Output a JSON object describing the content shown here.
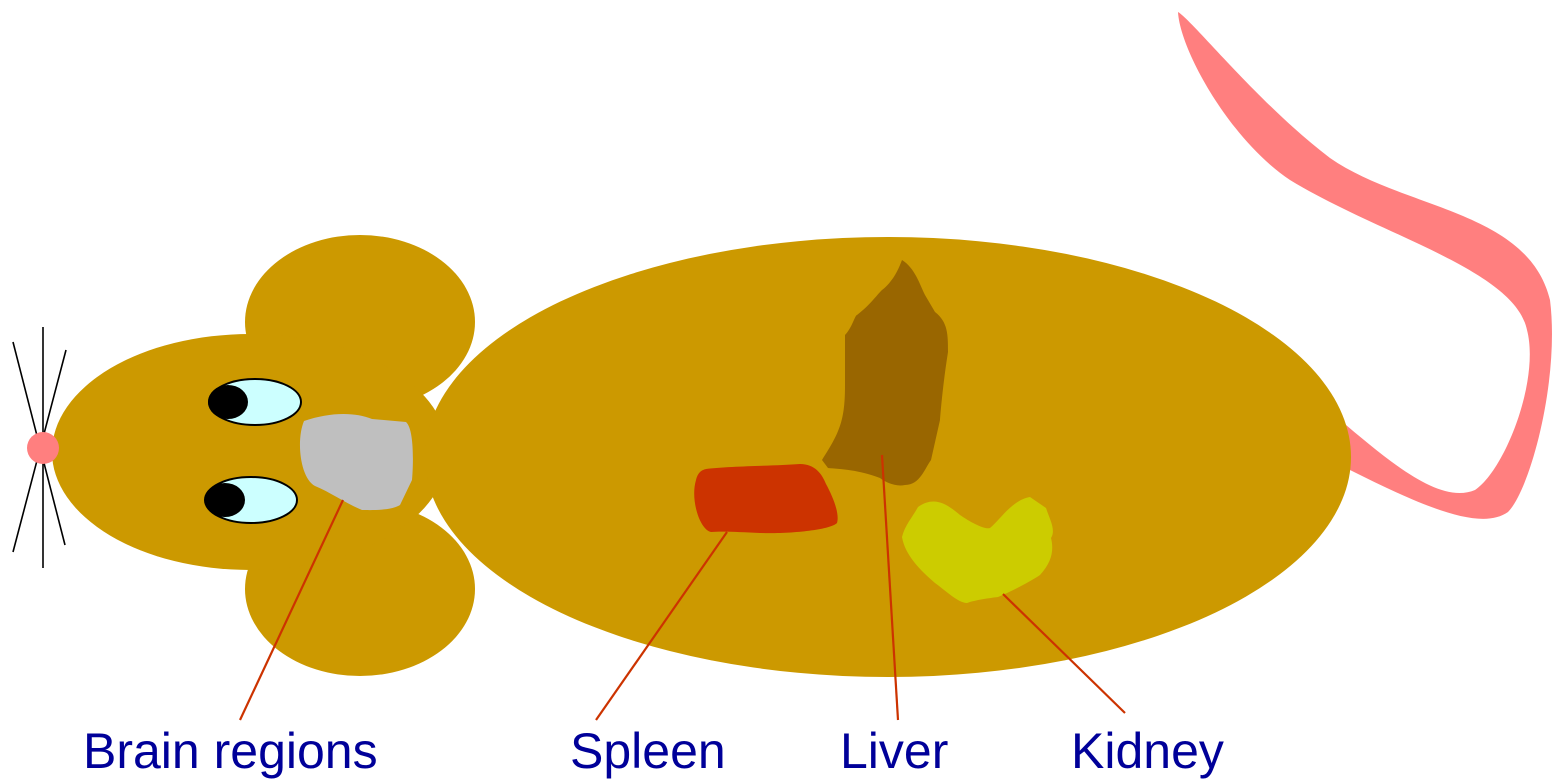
{
  "labels": {
    "brain": "Brain regions",
    "spleen": "Spleen",
    "liver": "Liver",
    "kidney": "Kidney"
  },
  "colors": {
    "body": "#cc9900",
    "tail": "#ff7f7f",
    "nose": "#ff7f7f",
    "eye_white": "#ccffff",
    "pupil": "#000000",
    "brain": "#bfbfbf",
    "spleen": "#cc3300",
    "liver": "#996600",
    "kidney": "#cccc00",
    "leader_line": "#cc3300",
    "label_text": "#000099",
    "whisker": "#000000"
  }
}
